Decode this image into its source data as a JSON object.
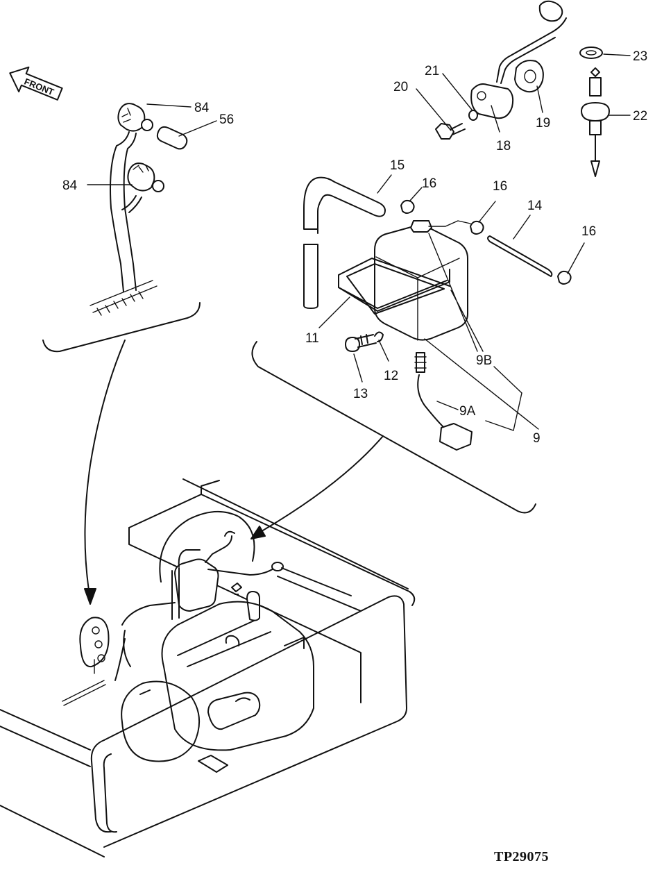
{
  "diagram": {
    "front_label": "FRONT",
    "reference_code": "TP29075",
    "callouts": [
      {
        "id": "c84a",
        "text": "84"
      },
      {
        "id": "c56",
        "text": "56"
      },
      {
        "id": "c84b",
        "text": "84"
      },
      {
        "id": "c20",
        "text": "20"
      },
      {
        "id": "c21",
        "text": "21"
      },
      {
        "id": "c18",
        "text": "18"
      },
      {
        "id": "c19",
        "text": "19"
      },
      {
        "id": "c23",
        "text": "23"
      },
      {
        "id": "c22",
        "text": "22"
      },
      {
        "id": "c15",
        "text": "15"
      },
      {
        "id": "c16a",
        "text": "16"
      },
      {
        "id": "c16b",
        "text": "16"
      },
      {
        "id": "c14",
        "text": "14"
      },
      {
        "id": "c16c",
        "text": "16"
      },
      {
        "id": "c11",
        "text": "11"
      },
      {
        "id": "c9B",
        "text": "9B"
      },
      {
        "id": "c12",
        "text": "12"
      },
      {
        "id": "c13",
        "text": "13"
      },
      {
        "id": "c9A",
        "text": "9A"
      },
      {
        "id": "c9",
        "text": "9"
      }
    ]
  }
}
